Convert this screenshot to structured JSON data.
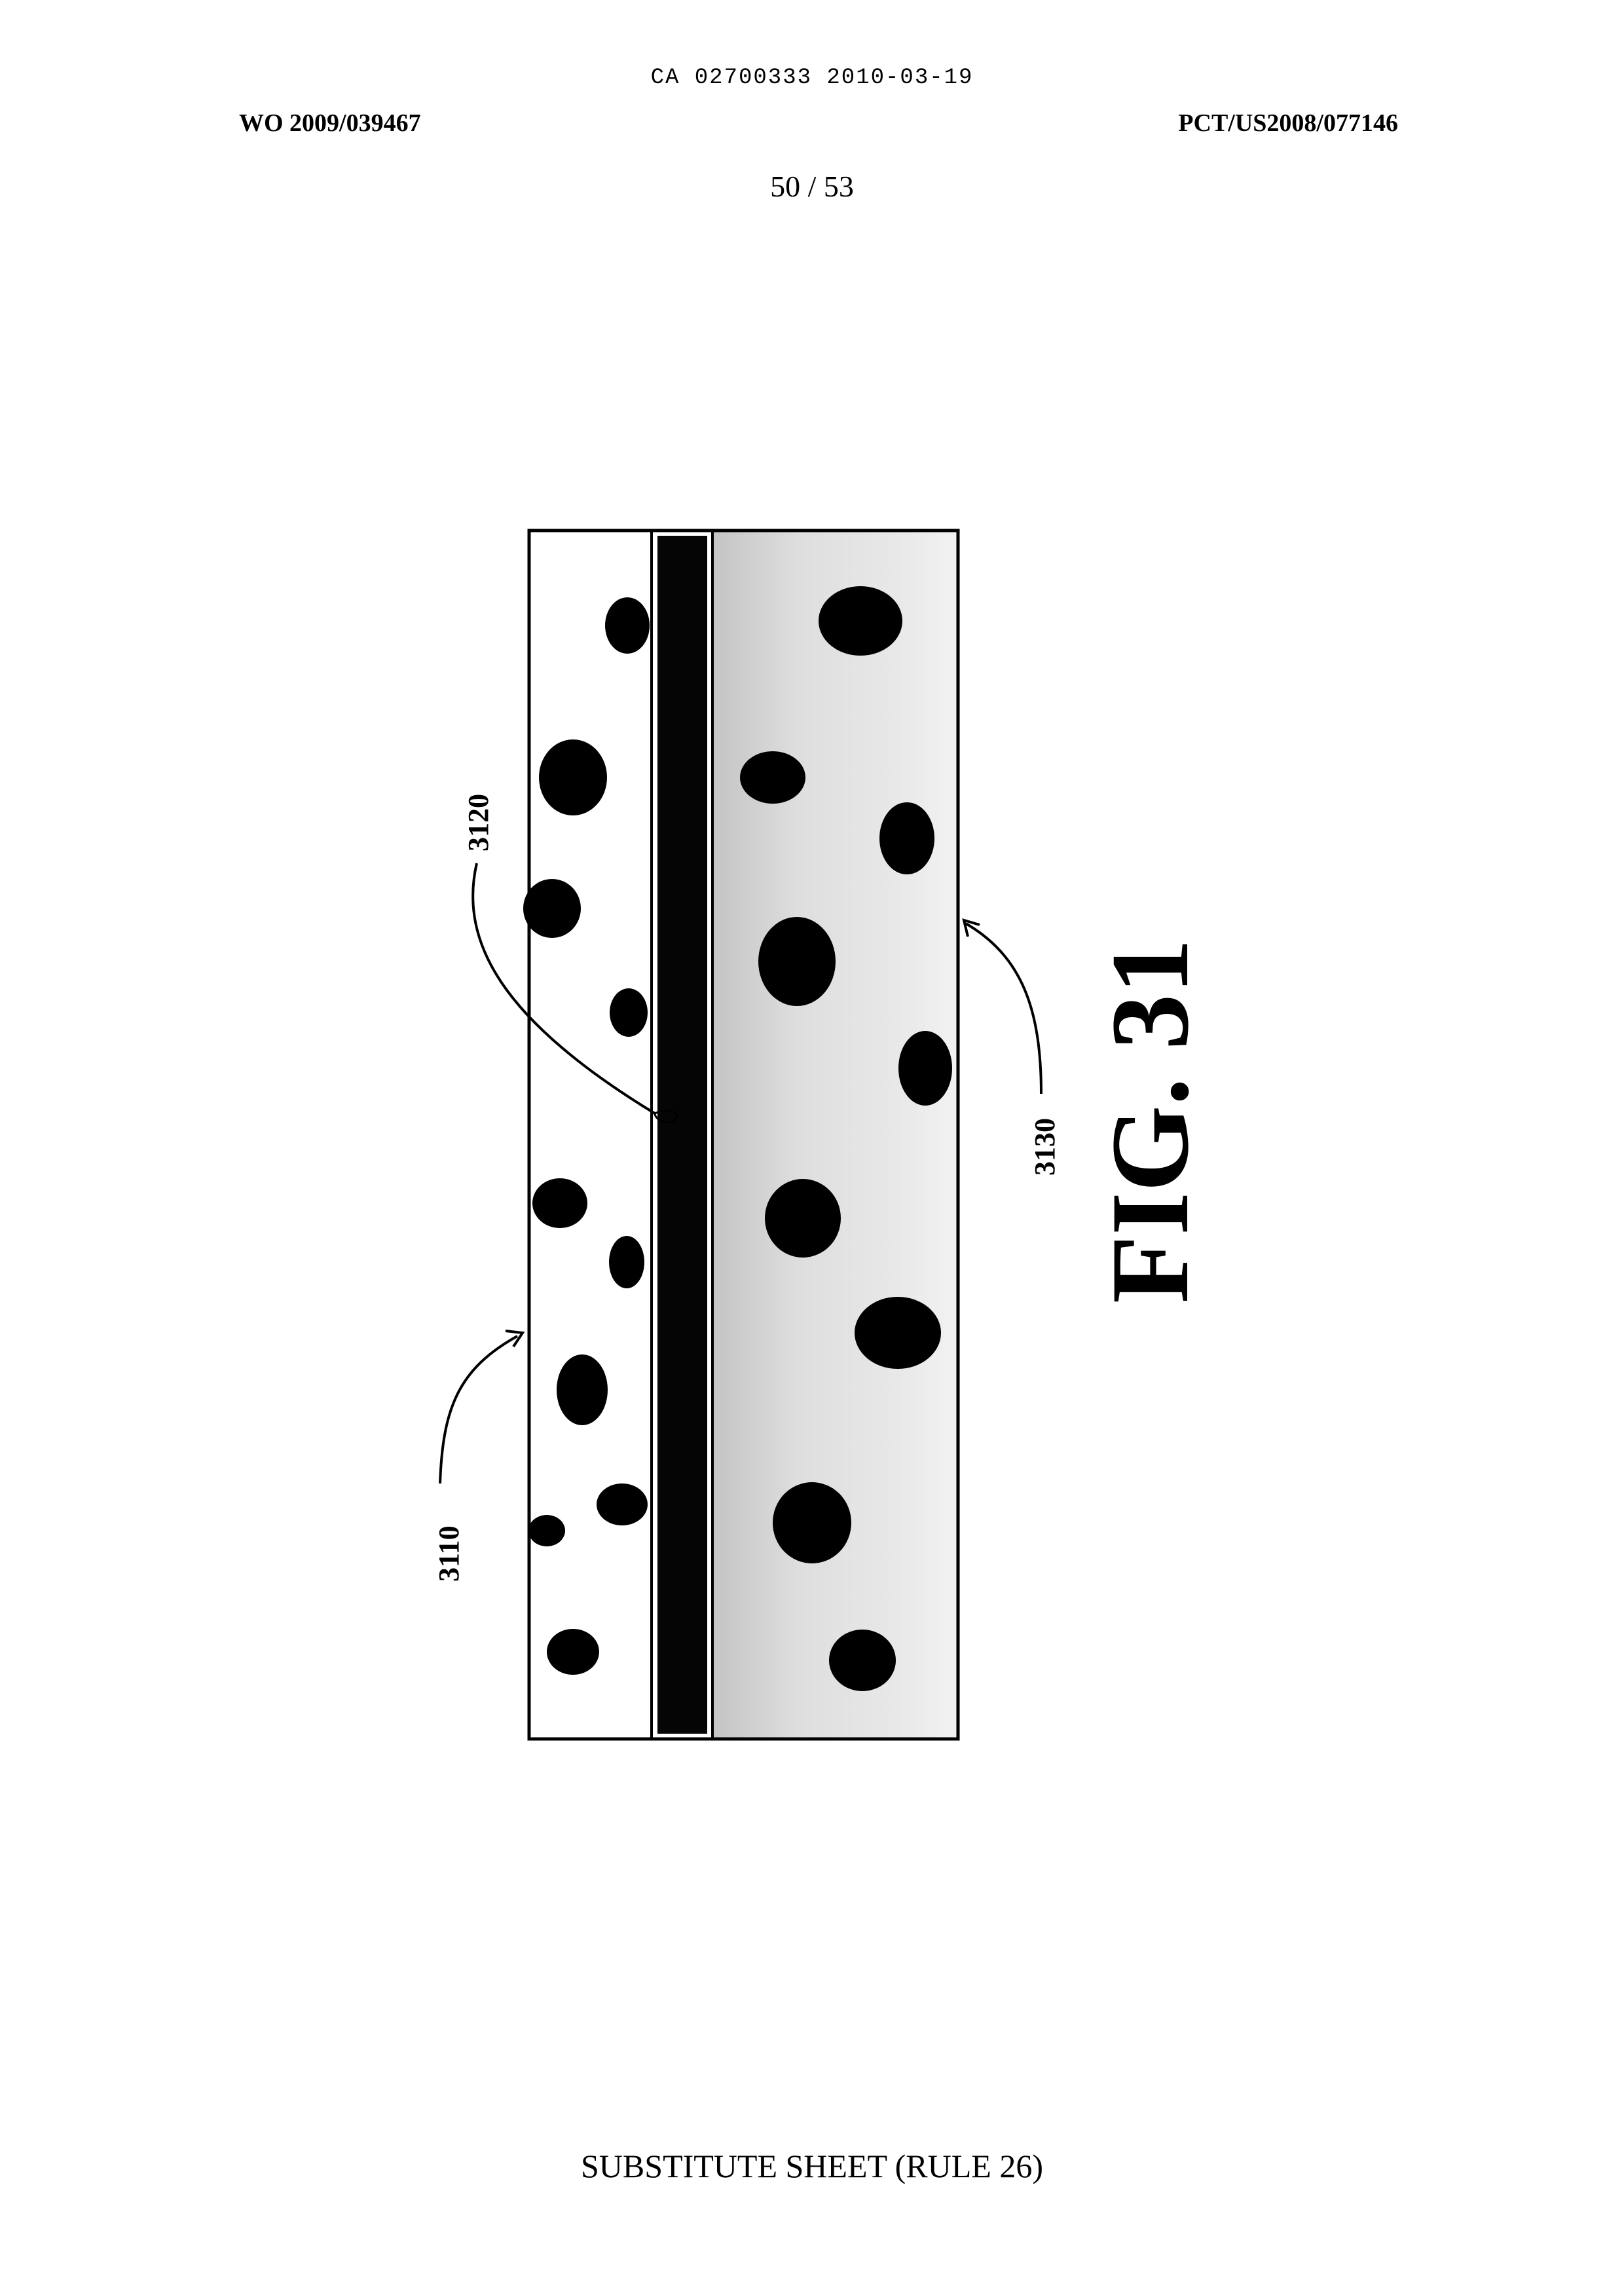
{
  "header": {
    "top_code": "CA 02700333 2010-03-19",
    "publication_number": "WO 2009/039467",
    "application_number": "PCT/US2008/077146",
    "page": "50 / 53"
  },
  "figure": {
    "title": "FIG. 31",
    "labels": {
      "left_layer": "3110",
      "middle_layer": "3120",
      "right_layer": "3130"
    }
  },
  "footer": {
    "text": "SUBSTITUTE SHEET (RULE 26)"
  }
}
